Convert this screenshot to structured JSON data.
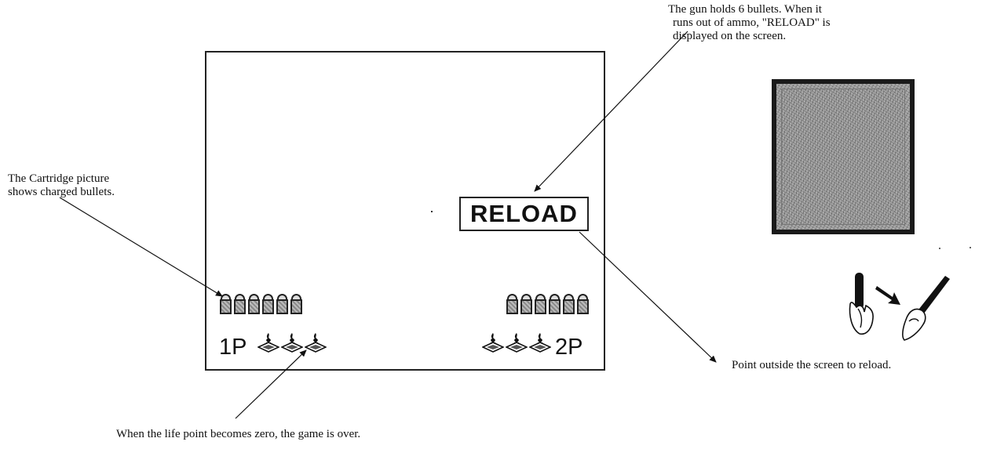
{
  "annotations": {
    "gun_capacity": [
      "The gun holds 6 bullets.  When it",
      "runs out of ammo, \"RELOAD\" is",
      "displayed on the screen."
    ],
    "cartridge": [
      "The Cartridge picture",
      "shows charged bullets."
    ],
    "reload_instruction": "Point outside the screen to reload.",
    "game_over": "When the life point becomes zero, the game is over."
  },
  "screen": {
    "reload_label": "RELOAD",
    "player1": {
      "label": "1P",
      "bullets": 6,
      "lives": 3
    },
    "player2": {
      "label": "2P",
      "bullets": 6,
      "lives": 3
    }
  },
  "icons": {
    "bullet": "bullet-cartridge-icon",
    "life": "life-point-icon",
    "hand": "hand-gun-pointing-icon",
    "arrow": "arrow-right-down-icon"
  },
  "colors": {
    "ink": "#111111",
    "gray_screen": "#9a9a9a"
  }
}
